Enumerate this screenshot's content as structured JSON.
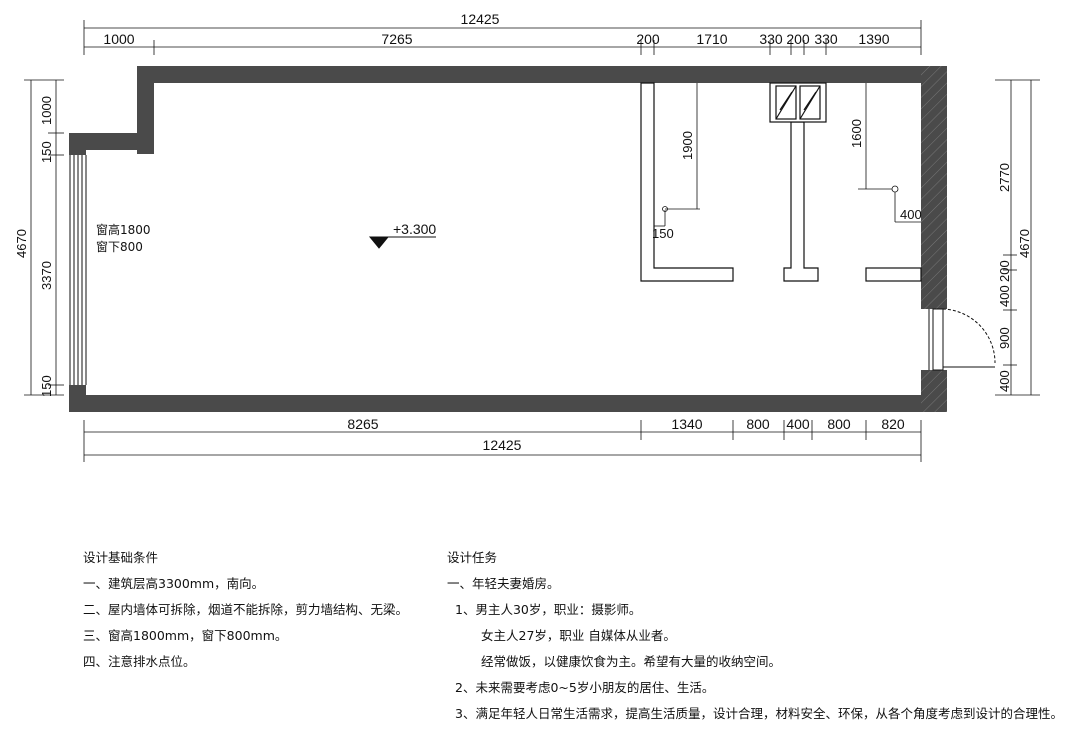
{
  "dimensions": {
    "top_total": "12425",
    "top_segments": [
      "1000",
      "7265",
      "200",
      "1710",
      "330",
      "200",
      "330",
      "1390"
    ],
    "bottom_segments": [
      "8265",
      "1340",
      "800",
      "400",
      "800",
      "820"
    ],
    "bottom_total": "12425",
    "left_segments": [
      "1000",
      "150",
      "3370",
      "150"
    ],
    "left_total": "4670",
    "right_segments": [
      "2770",
      "200",
      "400",
      "900",
      "400"
    ],
    "right_total": "4670",
    "interior": [
      "1900",
      "1600",
      "150",
      "400"
    ]
  },
  "labels": {
    "window_height": "窗高1800",
    "window_sill": "窗下800",
    "floor_level": "+3.300"
  },
  "notes_left": {
    "title": "设计基础条件",
    "items": [
      "一、建筑层高3300mm，南向。",
      "二、屋内墙体可拆除，烟道不能拆除，剪力墙结构、无梁。",
      "三、窗高1800mm，窗下800mm。",
      "四、注意排水点位。"
    ]
  },
  "notes_right": {
    "title": "设计任务",
    "lines": [
      "一、年轻夫妻婚房。",
      "1、男主人30岁，职业：摄影师。",
      "女主人27岁，职业 自媒体从业者。",
      "经常做饭，以健康饮食为主。希望有大量的收纳空间。",
      "2、未来需要考虑0~5岁小朋友的居住、生活。",
      "3、满足年轻人日常生活需求，提高生活质量，设计合理，材料安全、环保，从各个角度考虑到设计的合理性。"
    ]
  }
}
